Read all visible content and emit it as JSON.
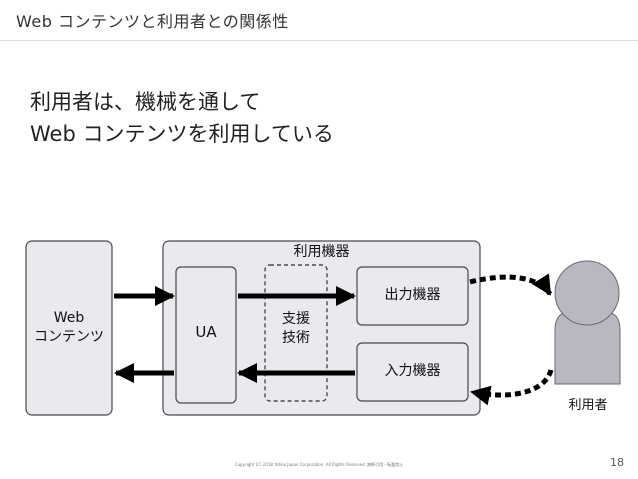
{
  "slide": {
    "title": "Web コンテンツと利用者との関係性",
    "lead_lines": [
      "利用者は、機械を通して",
      "Web コンテンツを利用している"
    ],
    "copyright": "Copyright (C) 2018 Yahoo Japan Corporation. All Rights Reserved. 無断引用・転載禁止",
    "page_number": "18"
  },
  "diagram": {
    "web_content": "Web\nコンテンツ",
    "device_group": "利用機器",
    "ua": "UA",
    "assistive_tech": "支援\n技術",
    "output_device": "出力機器",
    "input_device": "入力機器",
    "user": "利用者"
  },
  "colors": {
    "box_fill": "#e9e9ee",
    "box_stroke": "#4a4a4a",
    "user_fill": "#b8b9c0",
    "arrow": "#000000"
  }
}
